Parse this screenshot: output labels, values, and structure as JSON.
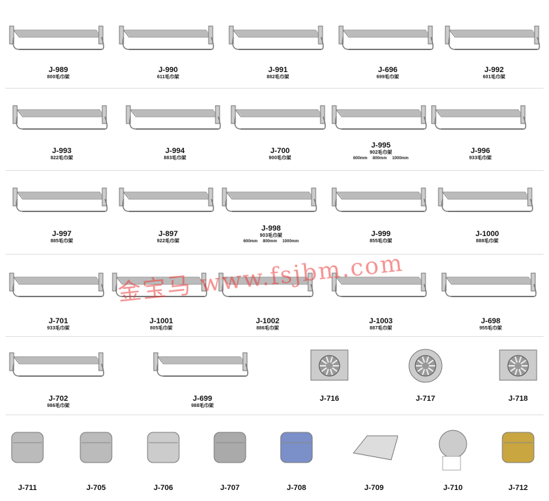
{
  "watermark": "金宝马 www.fsjbm.com",
  "rows": [
    [
      {
        "code": "J-989",
        "sub": "800毛巾架"
      },
      {
        "code": "J-990",
        "sub": "611毛巾架"
      },
      {
        "code": "J-991",
        "sub": "882毛巾架"
      },
      {
        "code": "J-696",
        "sub": "699毛巾架"
      },
      {
        "code": "J-992",
        "sub": "601毛巾架"
      }
    ],
    [
      {
        "code": "J-993",
        "sub": "822毛巾架"
      },
      {
        "code": "J-994",
        "sub": "883毛巾架"
      },
      {
        "code": "J-700",
        "sub": "900毛巾架"
      },
      {
        "code": "J-995",
        "sub": "902毛巾架",
        "dims": "600mm 800mm 1000mm"
      },
      {
        "code": "J-996",
        "sub": "933毛巾架"
      }
    ],
    [
      {
        "code": "J-997",
        "sub": "885毛巾架"
      },
      {
        "code": "J-897",
        "sub": "922毛巾架"
      },
      {
        "code": "J-998",
        "sub": "903毛巾架",
        "dims": "600mm 800mm 1000mm"
      },
      {
        "code": "J-999",
        "sub": "855毛巾架"
      },
      {
        "code": "J-1000",
        "sub": "888毛巾架"
      }
    ],
    [
      {
        "code": "J-701",
        "sub": "933毛巾架"
      },
      {
        "code": "J-1001",
        "sub": "805毛巾架"
      },
      {
        "code": "J-1002",
        "sub": "886毛巾架"
      },
      {
        "code": "J-1003",
        "sub": "887毛巾架"
      },
      {
        "code": "J-698",
        "sub": "955毛巾架"
      }
    ],
    [
      {
        "code": "J-702",
        "sub": "986毛巾架"
      },
      {
        "code": "J-699",
        "sub": "988毛巾架"
      },
      {
        "code": "J-716"
      },
      {
        "code": "J-717"
      },
      {
        "code": "J-718"
      }
    ],
    [
      {
        "code": "J-711"
      },
      {
        "code": "J-705"
      },
      {
        "code": "J-706"
      },
      {
        "code": "J-707"
      },
      {
        "code": "J-708"
      },
      {
        "code": "J-709"
      },
      {
        "code": "J-710"
      },
      {
        "code": "J-712"
      }
    ]
  ]
}
